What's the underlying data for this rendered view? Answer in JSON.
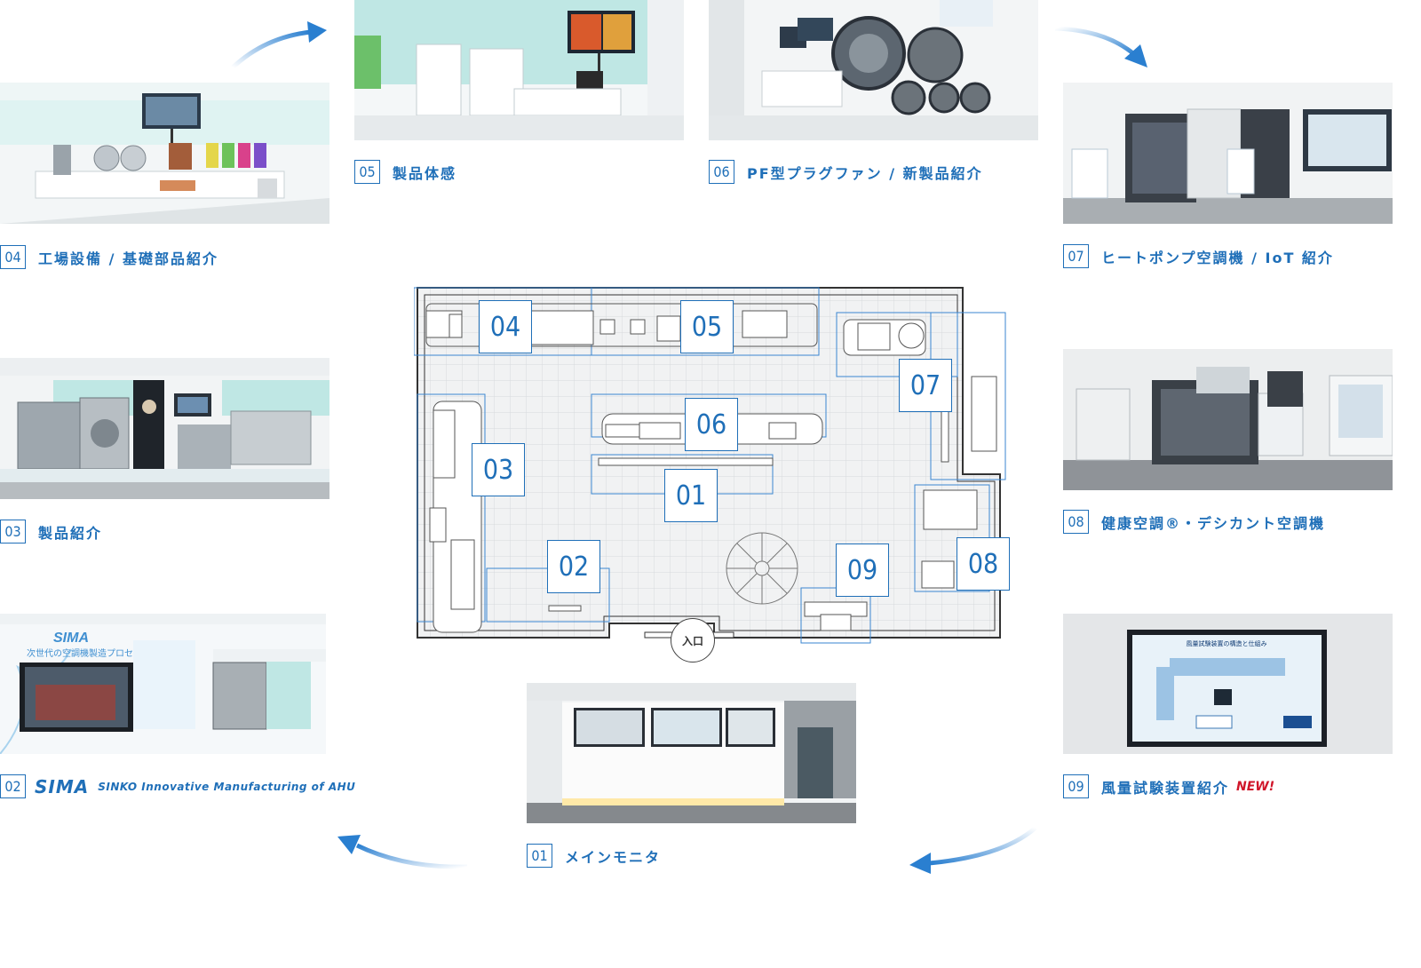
{
  "stations": [
    {
      "num": "01",
      "label": "メインモニタ"
    },
    {
      "num": "02",
      "brand": "SIMA",
      "sub": "SINKO Innovative Manufacturing of AHU"
    },
    {
      "num": "03",
      "label": "製品紹介"
    },
    {
      "num": "04",
      "label": "工場設備 / 基礎部品紹介"
    },
    {
      "num": "05",
      "label": "製品体感"
    },
    {
      "num": "06",
      "label": "PF型プラグファン / 新製品紹介"
    },
    {
      "num": "07",
      "label": "ヒートポンプ空調機 / IoT 紹介"
    },
    {
      "num": "08",
      "label": "健康空調®・デシカント空調機"
    },
    {
      "num": "09",
      "label": "風量試験装置紹介",
      "badge": "NEW!"
    }
  ],
  "floorplan": {
    "entrance": "入口",
    "zones": [
      "04",
      "05",
      "07",
      "06",
      "03",
      "01",
      "02",
      "09",
      "08"
    ]
  },
  "photo_text": {
    "sima_logo": "SIMA",
    "sima_tagline": "次世代の空調機製造プロセス",
    "screen_title": "風量試験装置の構造と仕組み"
  },
  "colors": {
    "accent": "#1f6fb8",
    "new_badge": "#d0162a",
    "arrow": "#2a7fd0"
  }
}
